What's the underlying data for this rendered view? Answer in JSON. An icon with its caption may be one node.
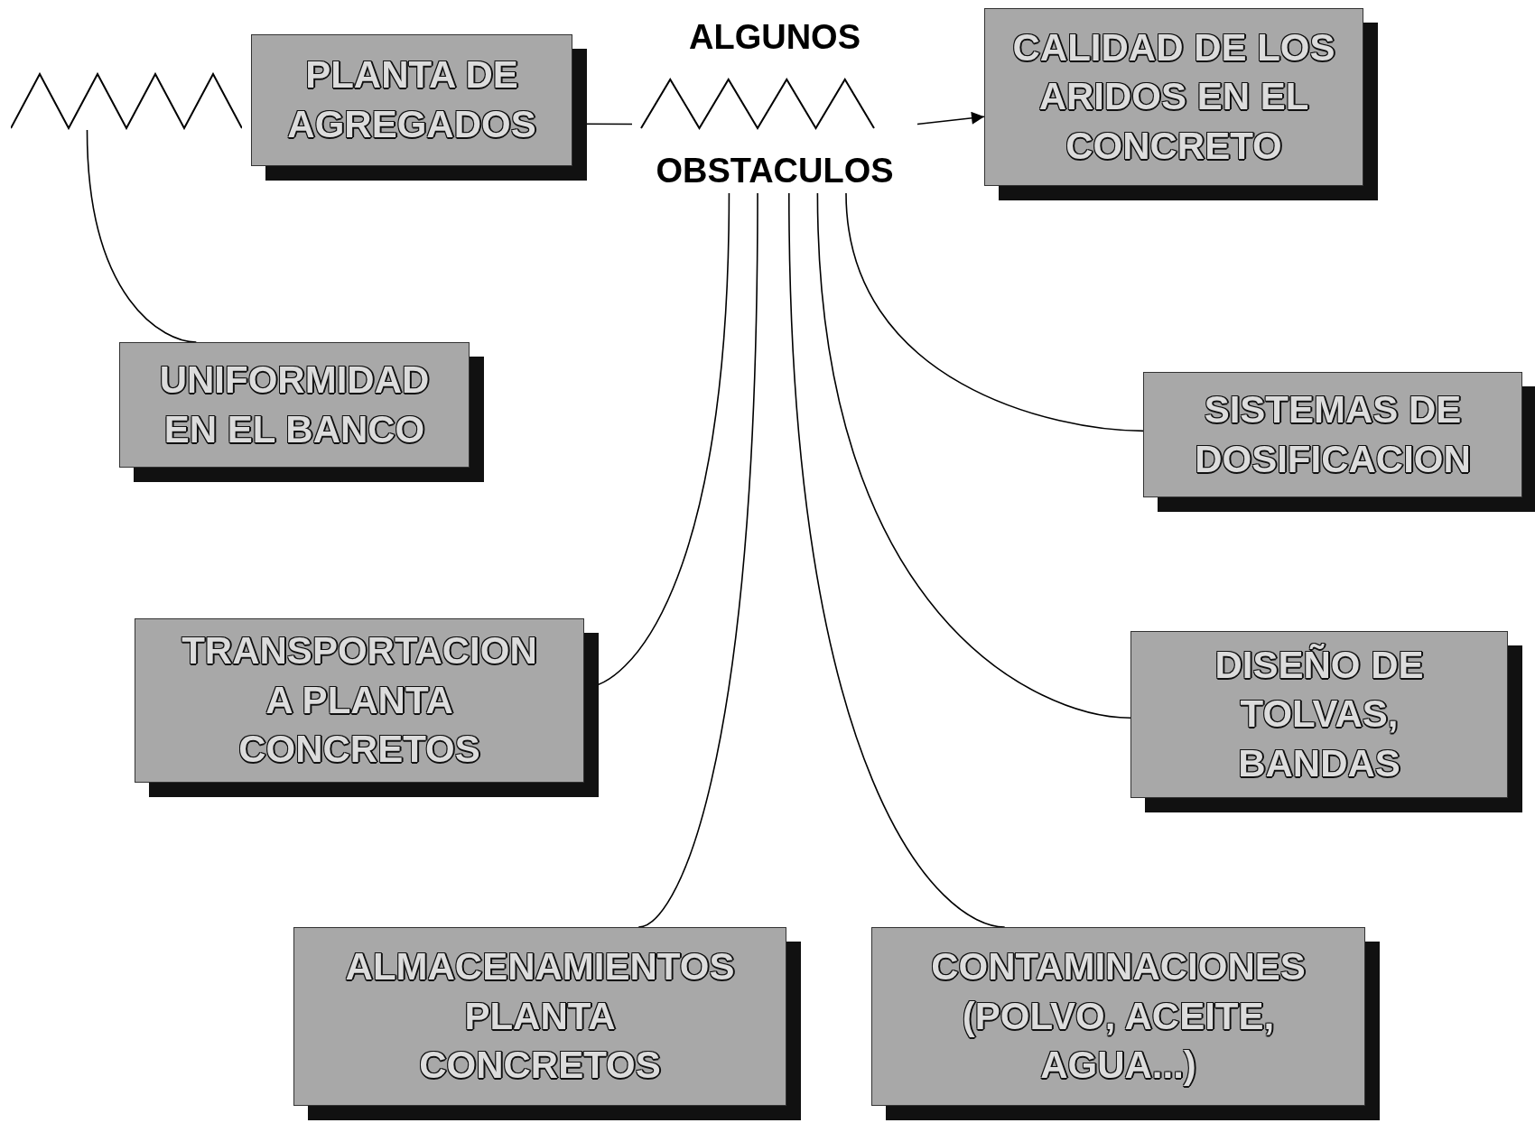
{
  "diagram": {
    "nodes": [
      {
        "text": [],
        "shape": "zigzag"
      },
      {
        "text": [
          "PLANTA DE AGREGADOS"
        ]
      },
      {
        "text": [
          "ALGUNOS",
          "OBSTACULOS"
        ]
      },
      {
        "text": [
          "CALIDAD DE LOS ARIDOS EN EL CONCRETO"
        ]
      },
      {
        "text": [
          "UNIFORMIDAD EN EL BANCO"
        ]
      },
      {
        "text": [
          "SISTEMAS DE DOSIFICACION"
        ]
      },
      {
        "text": [
          "TRANSPORTACION A PLANTA CONCRETOS"
        ]
      },
      {
        "text": [
          "DISEÑO DE TOLVAS, BANDAS"
        ]
      },
      {
        "text": [
          "ALMACENAMIENTOS PLANTA CONCRETOS"
        ]
      },
      {
        "text": [
          "CONTAMINACIONES (POLVO, ACEITE, AGUA...)"
        ]
      }
    ],
    "edges": [
      {
        "from": 1,
        "to": 2,
        "arrow": "none"
      },
      {
        "from": 2,
        "to": 3,
        "arrow": "to"
      },
      {
        "from": 0,
        "to": 4,
        "arrow": "none"
      },
      {
        "from": 2,
        "to": 6,
        "arrow": "none"
      },
      {
        "from": 2,
        "to": 8,
        "arrow": "none"
      },
      {
        "from": 2,
        "to": 9,
        "arrow": "none"
      },
      {
        "from": 2,
        "to": 7,
        "arrow": "none"
      },
      {
        "from": 2,
        "to": 5,
        "arrow": "none"
      }
    ]
  }
}
